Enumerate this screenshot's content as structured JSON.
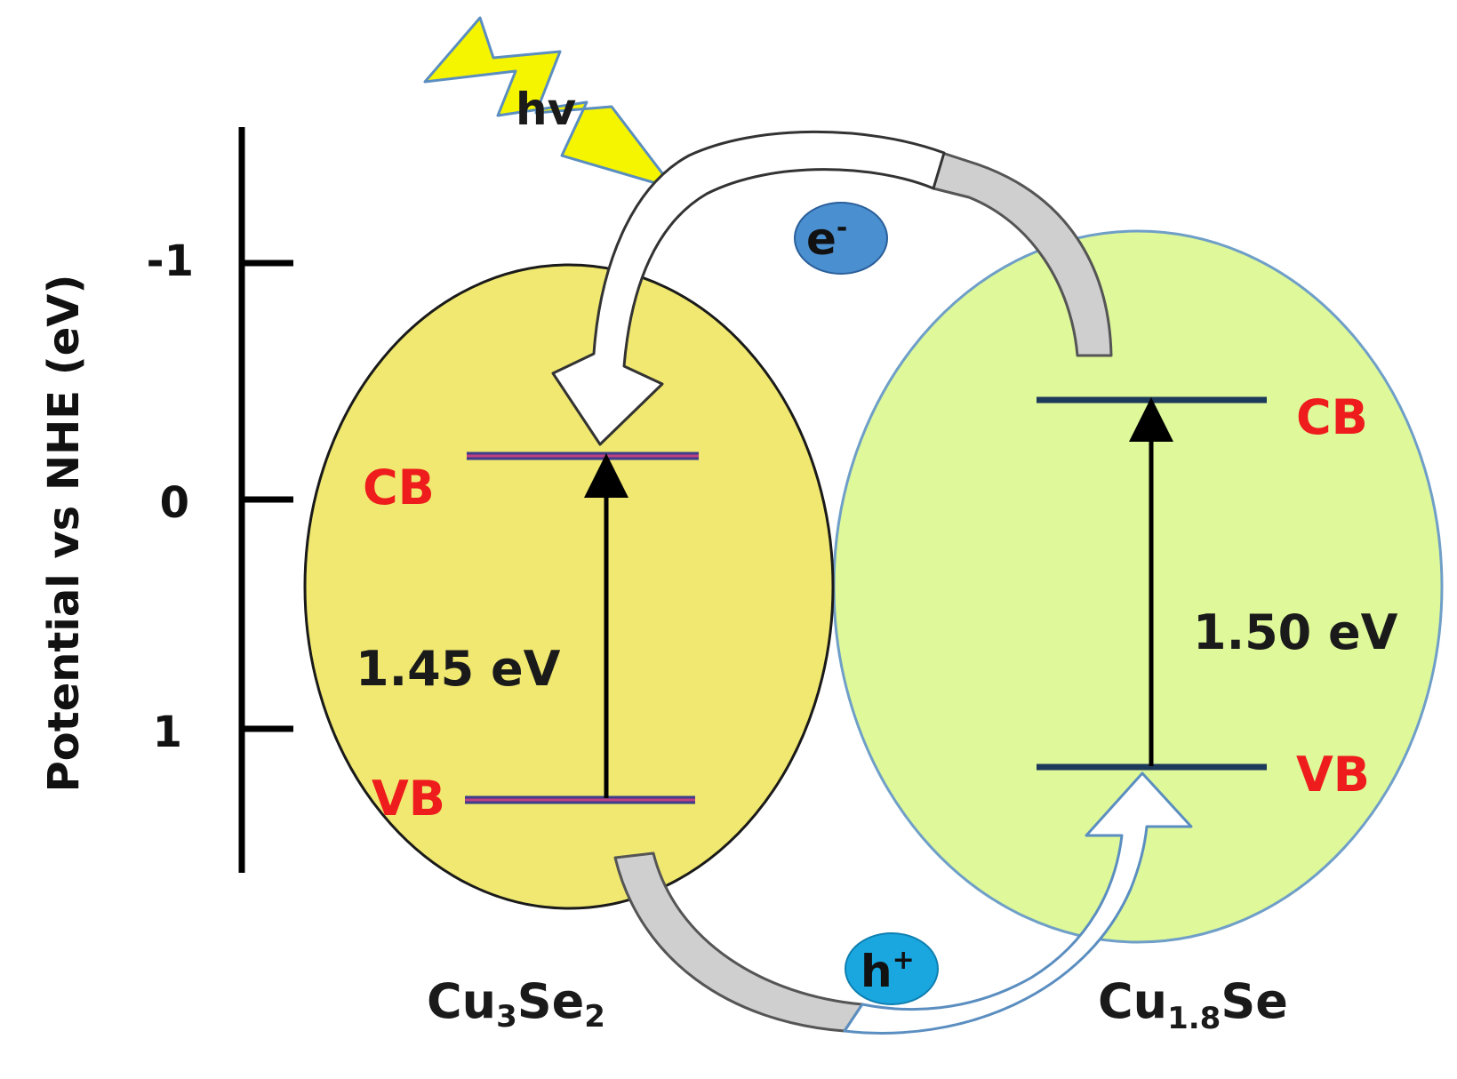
{
  "axis": {
    "title": "Potential vs NHE (eV)",
    "ticks": [
      "-1",
      "0",
      "1"
    ]
  },
  "light": {
    "label": "hv"
  },
  "carriers": {
    "electron": {
      "base": "e",
      "sup": "-"
    },
    "hole": {
      "base": "h",
      "sup": "+"
    }
  },
  "materials": [
    {
      "name_parts": [
        {
          "t": "Cu"
        },
        {
          "t": "3",
          "sub": true
        },
        {
          "t": "Se"
        },
        {
          "t": "2",
          "sub": true
        }
      ],
      "cb_label": "CB",
      "vb_label": "VB",
      "gap_label": "1.45 eV",
      "fill": "#f0e870"
    },
    {
      "name_parts": [
        {
          "t": "Cu"
        },
        {
          "t": "1.8",
          "sub": true
        },
        {
          "t": "Se"
        }
      ],
      "cb_label": "CB",
      "vb_label": "VB",
      "gap_label": "1.50 eV",
      "fill": "#def89a"
    }
  ],
  "colors": {
    "label_red": "#ee1c1c",
    "lightning": "#f5f500",
    "electron_ball": "#4a8fd0",
    "hole_ball": "#1aa7e0",
    "level_line": "#1e3a5a"
  }
}
